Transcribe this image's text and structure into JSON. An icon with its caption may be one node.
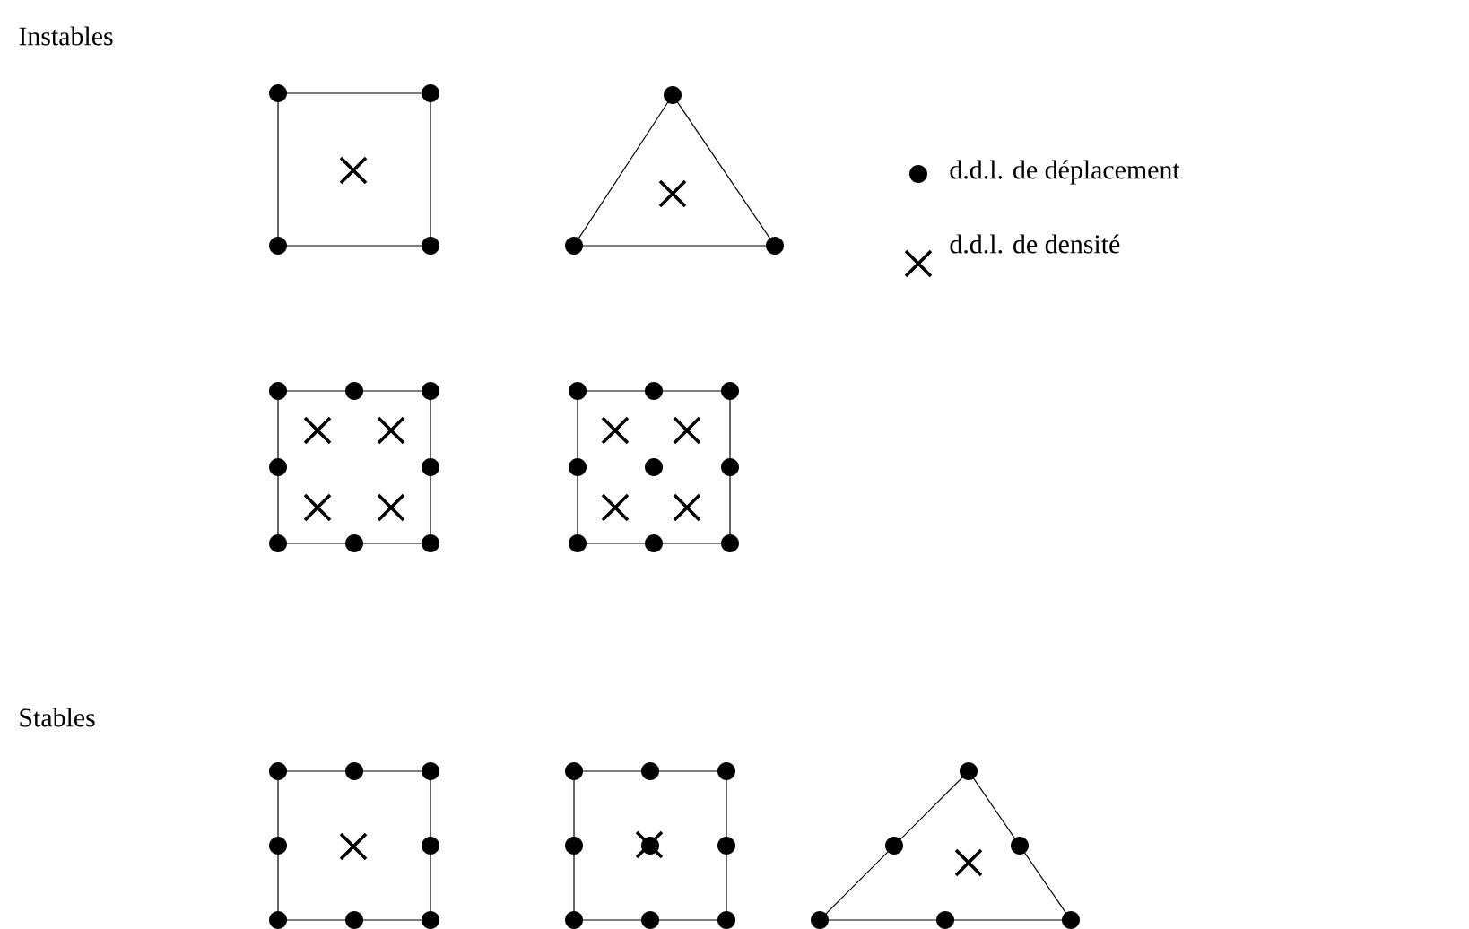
{
  "diagram": {
    "labels": [
      "Instables",
      "Stables"
    ],
    "legend": [
      {
        "text": "d.d.l. de déplacement"
      },
      {
        "text": "d.d.l. de densité"
      }
    ]
  }
}
